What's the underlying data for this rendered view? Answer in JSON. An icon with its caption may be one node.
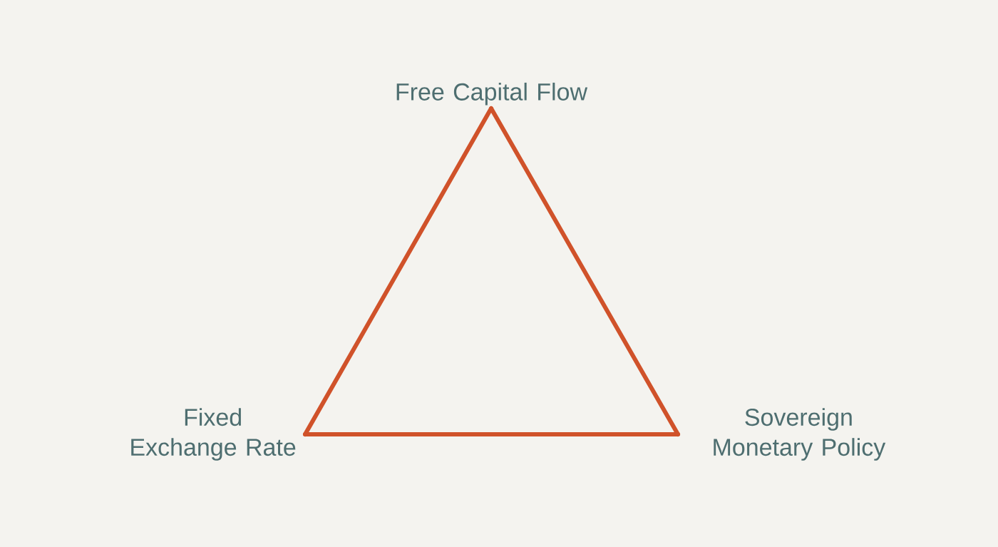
{
  "diagram": {
    "nodes": [
      {
        "text": [
          "Free Capital Flow"
        ]
      },
      {
        "text": [
          "Fixed Exchange Rate"
        ]
      },
      {
        "text": [
          "Sovereign Monetary Policy"
        ]
      }
    ],
    "edges": [
      {
        "from": 0,
        "to": 1,
        "arrow": "none"
      },
      {
        "from": 1,
        "to": 2,
        "arrow": "none"
      },
      {
        "from": 2,
        "to": 0,
        "arrow": "none"
      }
    ]
  }
}
